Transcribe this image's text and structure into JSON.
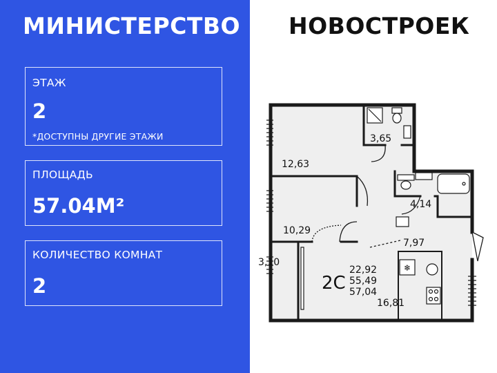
{
  "header": {
    "brand_left": "МИНИСТЕРСТВО",
    "brand_right": "НОВОСТРОЕК"
  },
  "cards": {
    "floor": {
      "label": "ЭТАЖ",
      "value": "2",
      "note": "*ДОСТУПНЫ ДРУГИЕ ЭТАЖИ"
    },
    "area": {
      "label": "ПЛОЩАДЬ",
      "value": "57.04М²"
    },
    "rooms": {
      "label": "КОЛИЧЕСТВО КОМНАТ",
      "value": "2"
    }
  },
  "floorplan": {
    "rooms": {
      "bathroom_top": "3,65",
      "bedroom_top": "12,63",
      "bathroom_mid": "4,14",
      "bedroom_mid": "10,29",
      "hall": "7,97",
      "balcony": "3,10",
      "kitchen": "16,81"
    },
    "summary": {
      "type": "2С",
      "living": "22,92",
      "total_no_balcony": "55,49",
      "total": "57,04"
    }
  },
  "colors": {
    "panel": "#2f55e3",
    "room_fill": "#efefef",
    "wall": "#1a1a1a"
  }
}
